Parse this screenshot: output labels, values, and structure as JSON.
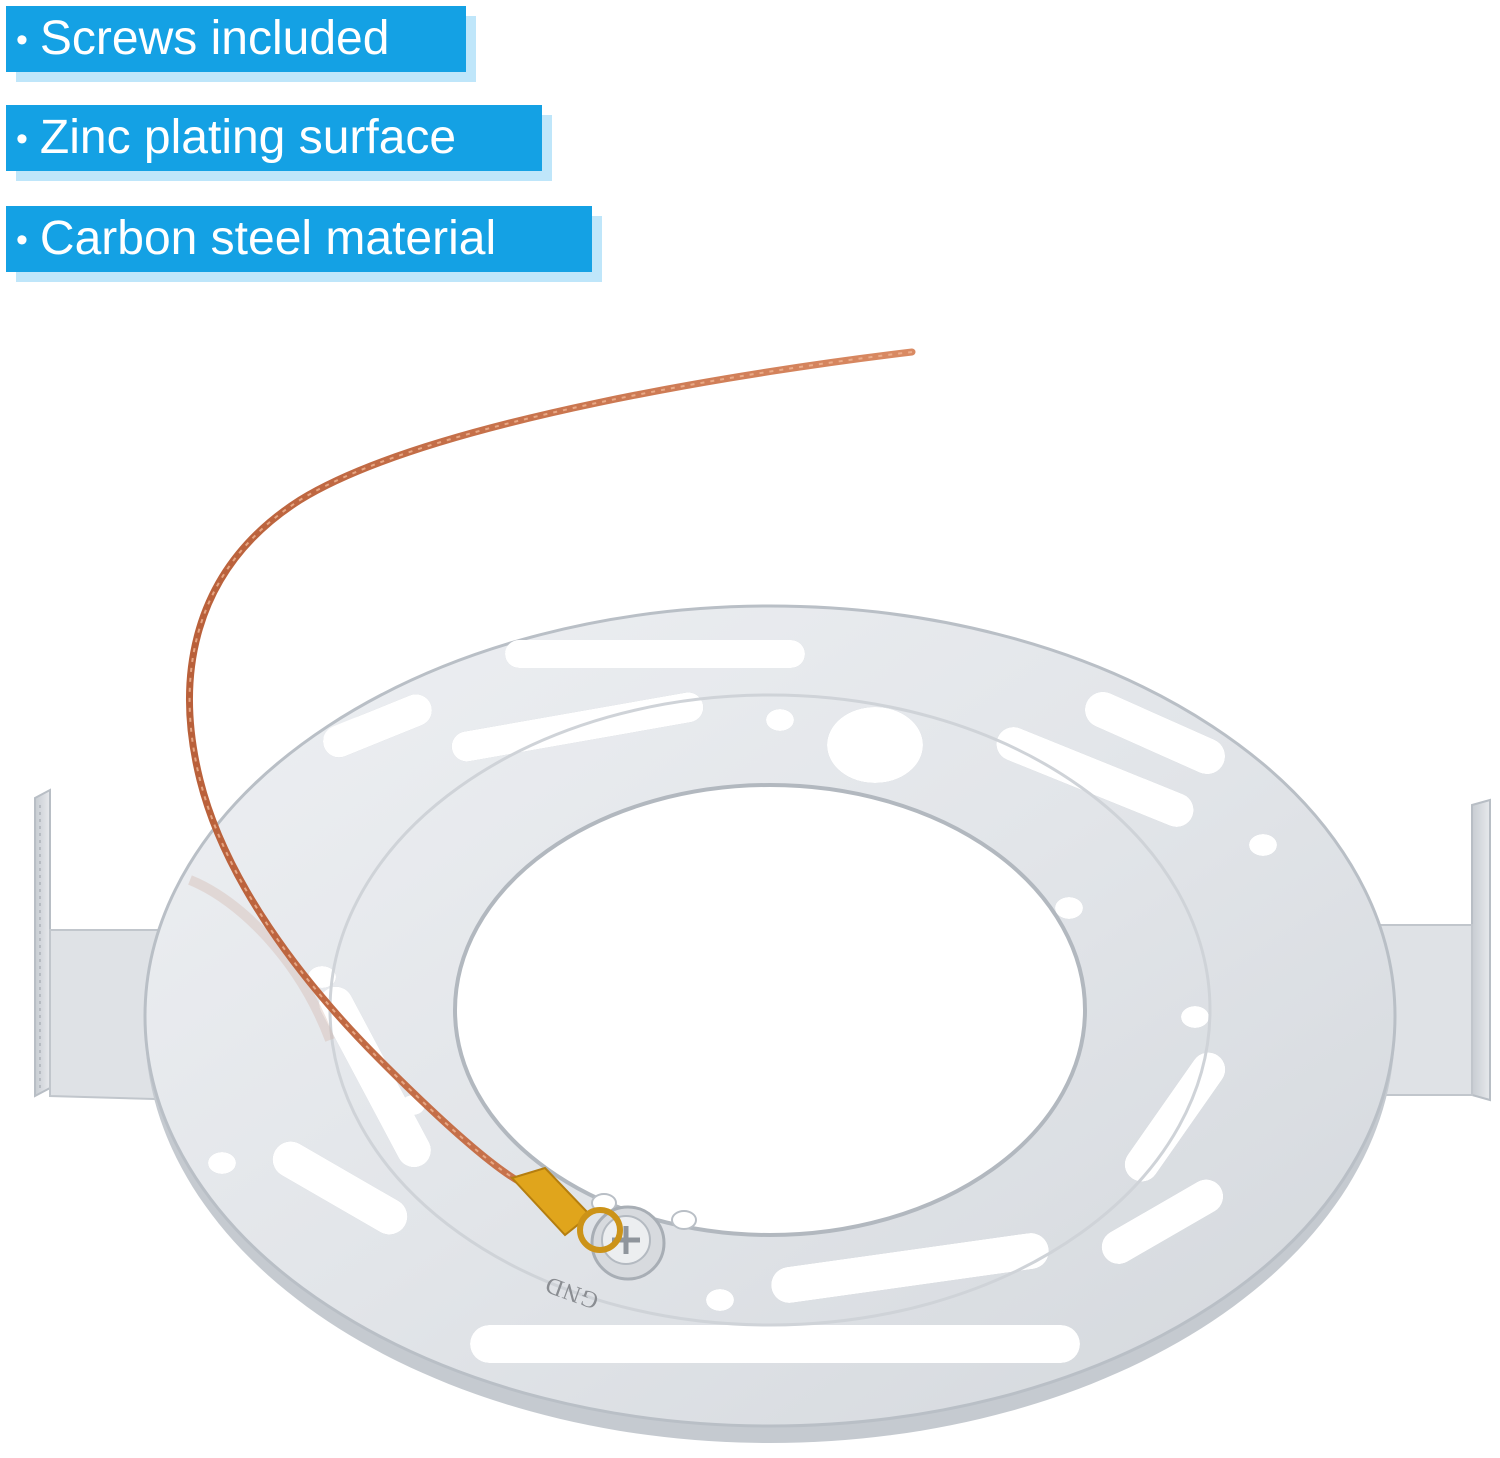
{
  "features": [
    {
      "bullet": "•",
      "text": "Screws included"
    },
    {
      "bullet": "•",
      "text": "Zinc plating surface"
    },
    {
      "bullet": "•",
      "text": "Carbon steel material"
    }
  ],
  "product": {
    "stamp_text": "GND"
  },
  "colors": {
    "badge_blue": "#14a1e4",
    "badge_shadow": "#bfe6fa",
    "metal": "#e3e6ea",
    "copper_wire": "#c8714a",
    "brass_terminal": "#e0a51c"
  }
}
